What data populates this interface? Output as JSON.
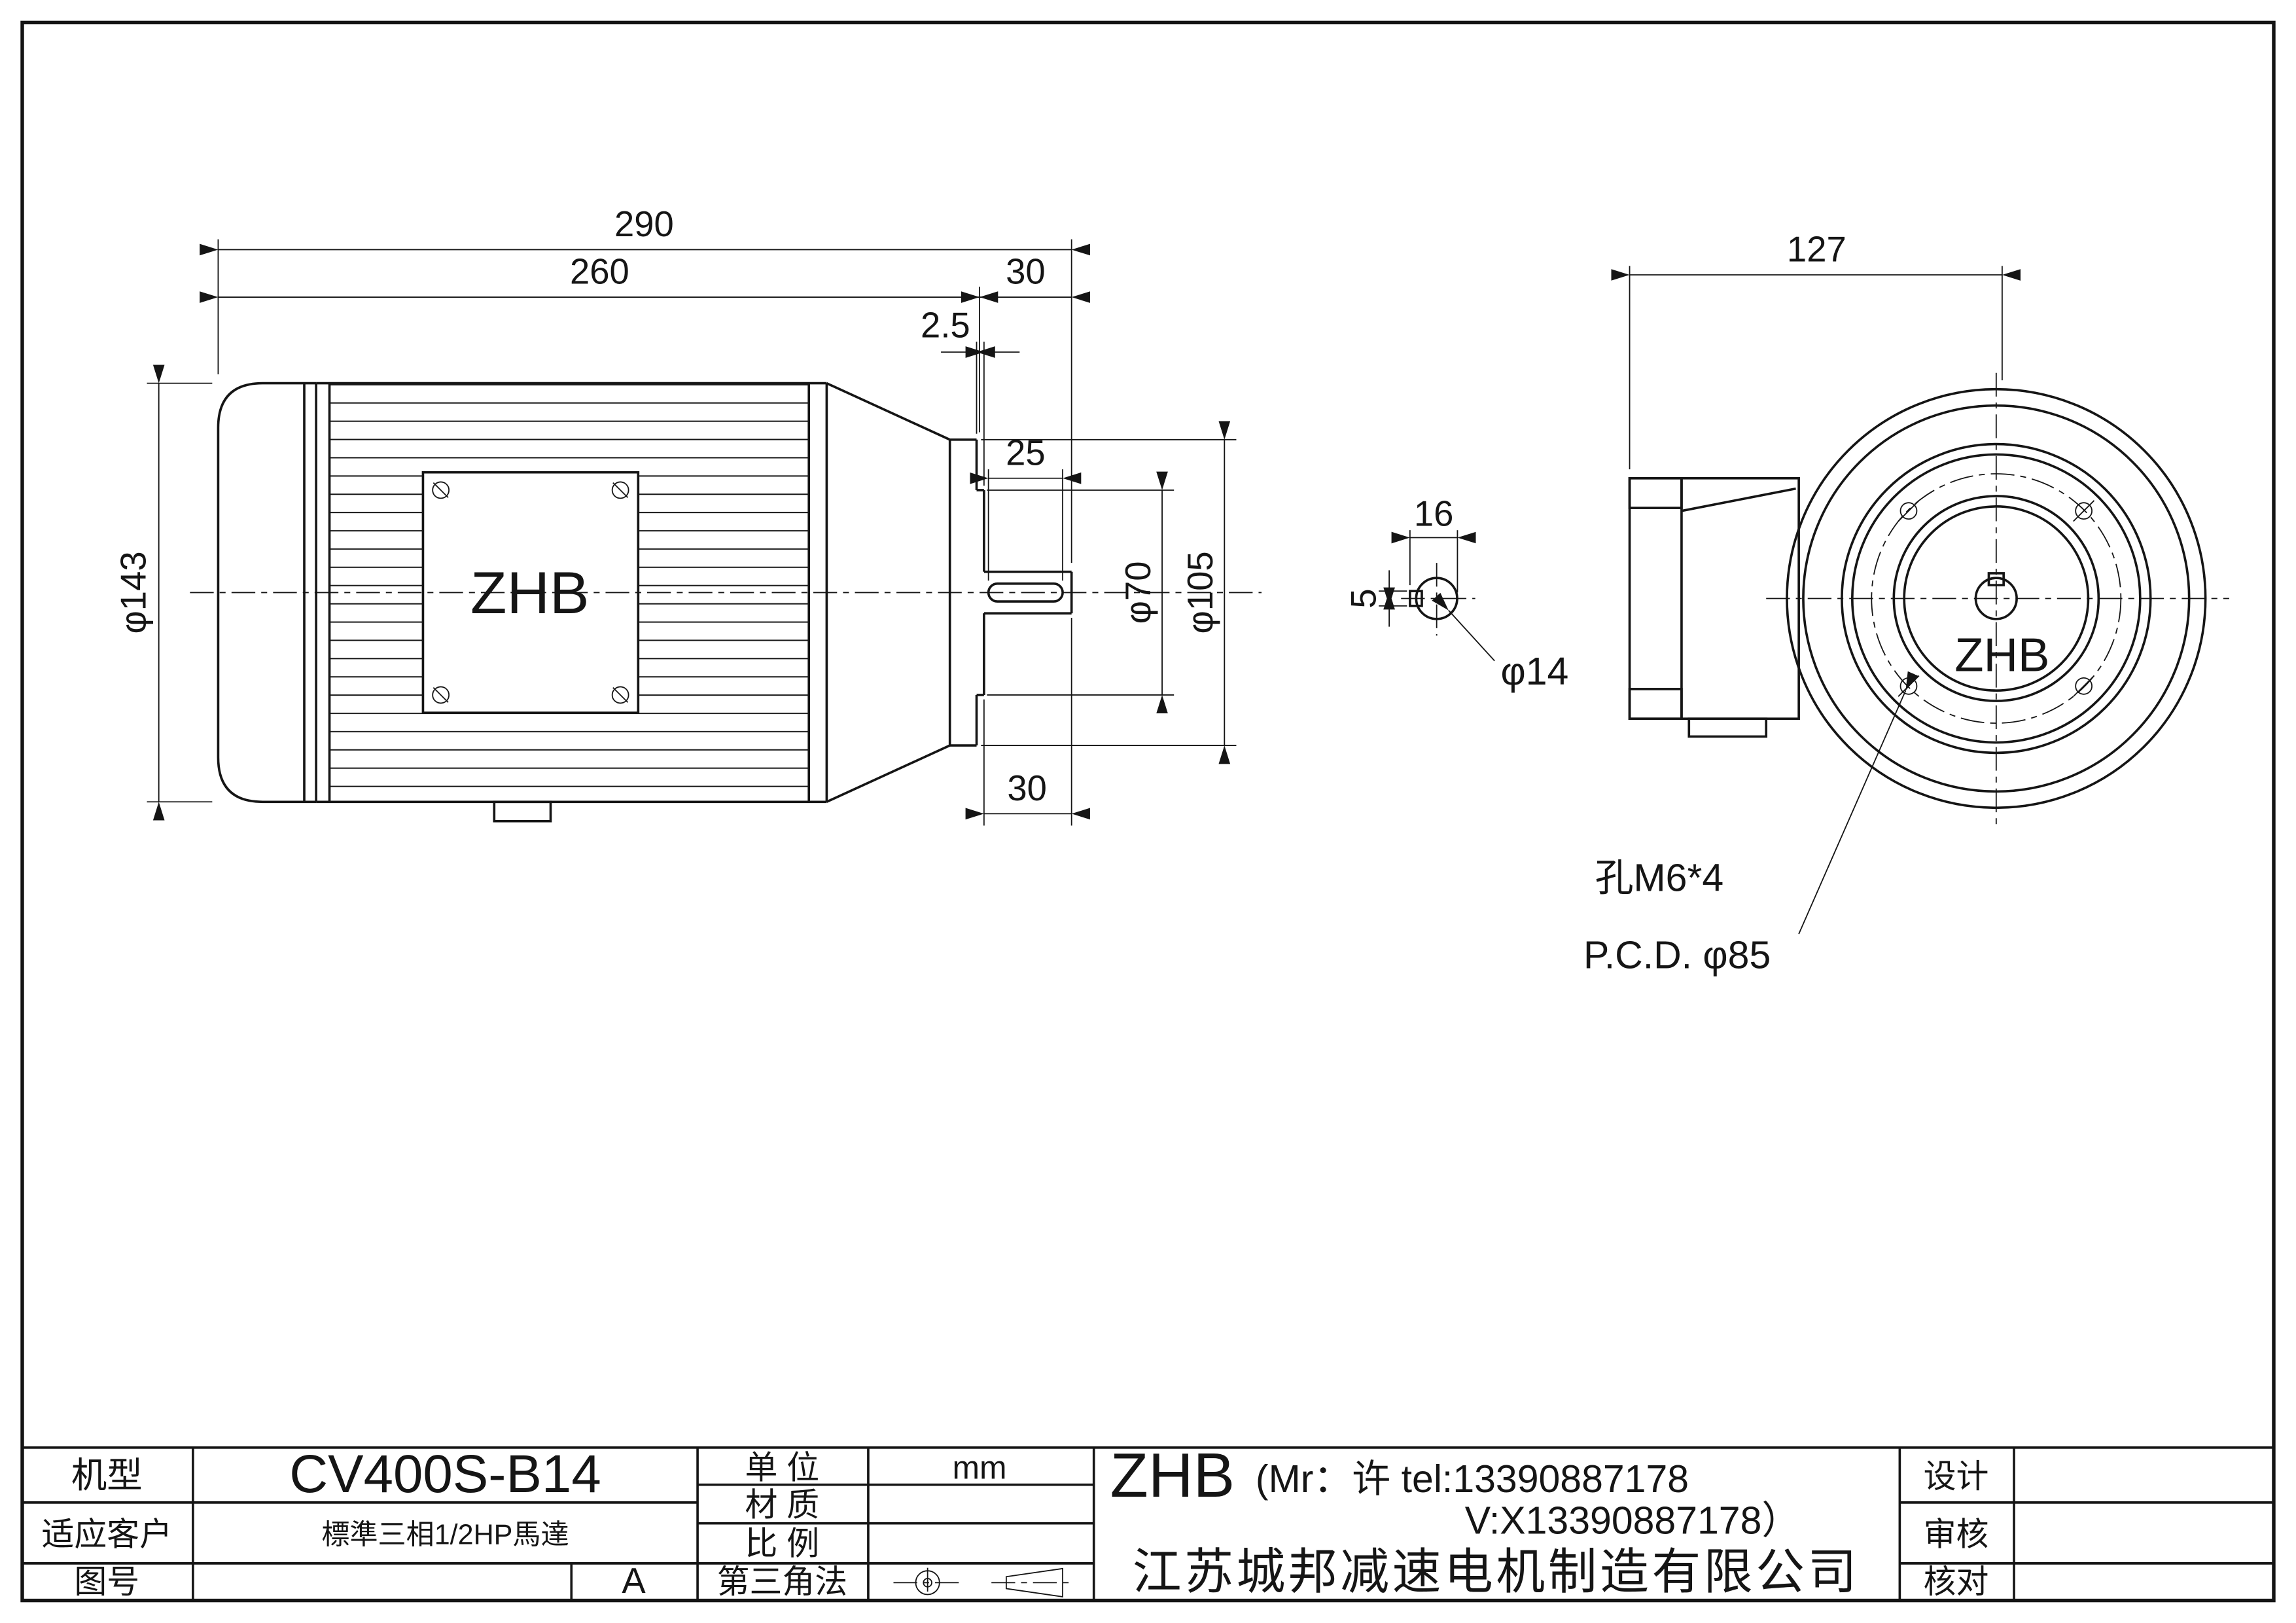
{
  "side_view": {
    "brand_label": "ZHB",
    "dim_overall_length": "290",
    "dim_body_length": "260",
    "dim_shaft_extension": "30",
    "dim_spigot_depth": "2.5",
    "dim_key_length": "25",
    "dim_body_diameter": "φ143",
    "dim_spigot_diameter": "φ70",
    "dim_flange_diameter": "φ105",
    "dim_shaft_length": "30"
  },
  "shaft_detail": {
    "dim_width_across": "16",
    "dim_key_width": "5",
    "dim_shaft_diameter": "φ14"
  },
  "end_view": {
    "brand_label": "ZHB",
    "dim_box_to_center": "127",
    "holes_note": "孔M6*4",
    "pcd_note": "P.C.D. φ85"
  },
  "title_block": {
    "model_label": "机型",
    "model_value": "CV400S-B14",
    "customer_label": "适应客户",
    "customer_value": "標準三相1/2HP馬達",
    "drawing_no_label": "图号",
    "revision": "A",
    "unit_label": "单 位",
    "unit_value": "mm",
    "material_label": "材 质",
    "scale_label": "比 例",
    "projection_label": "第三角法",
    "brand": "ZHB",
    "contact_line1": "(Mr：许 tel:13390887178",
    "contact_line2": "V:X13390887178）",
    "company": "江苏城邦减速电机制造有限公司",
    "design_label": "设计",
    "review_label": "审核",
    "check_label": "核对"
  }
}
